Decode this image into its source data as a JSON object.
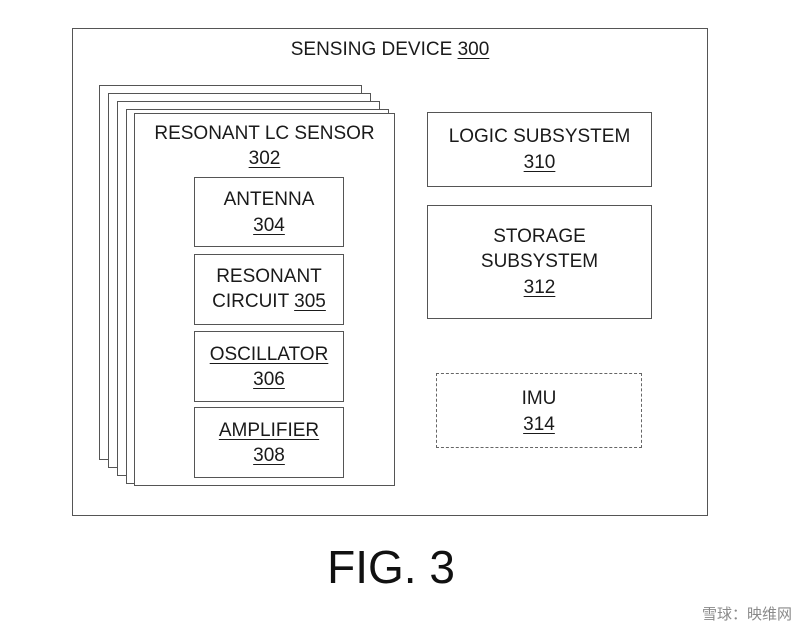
{
  "device": {
    "title": "SENSING DEVICE",
    "ref": "300"
  },
  "sensor": {
    "title": "RESONANT LC SENSOR",
    "ref": "302"
  },
  "antenna": {
    "title": "ANTENNA",
    "ref": "304"
  },
  "circuit": {
    "line1": "RESONANT",
    "line2": "CIRCUIT",
    "ref": "305"
  },
  "oscillator": {
    "title": "OSCILLATOR",
    "ref": "306"
  },
  "amplifier": {
    "title": "AMPLIFIER",
    "ref": "308"
  },
  "logic": {
    "title": "LOGIC SUBSYSTEM",
    "ref": "310"
  },
  "storage": {
    "line1": "STORAGE",
    "line2": "SUBSYSTEM",
    "ref": "312"
  },
  "imu": {
    "title": "IMU",
    "ref": "314"
  },
  "figure_label": "FIG. 3",
  "watermark": "雪球：映维网"
}
